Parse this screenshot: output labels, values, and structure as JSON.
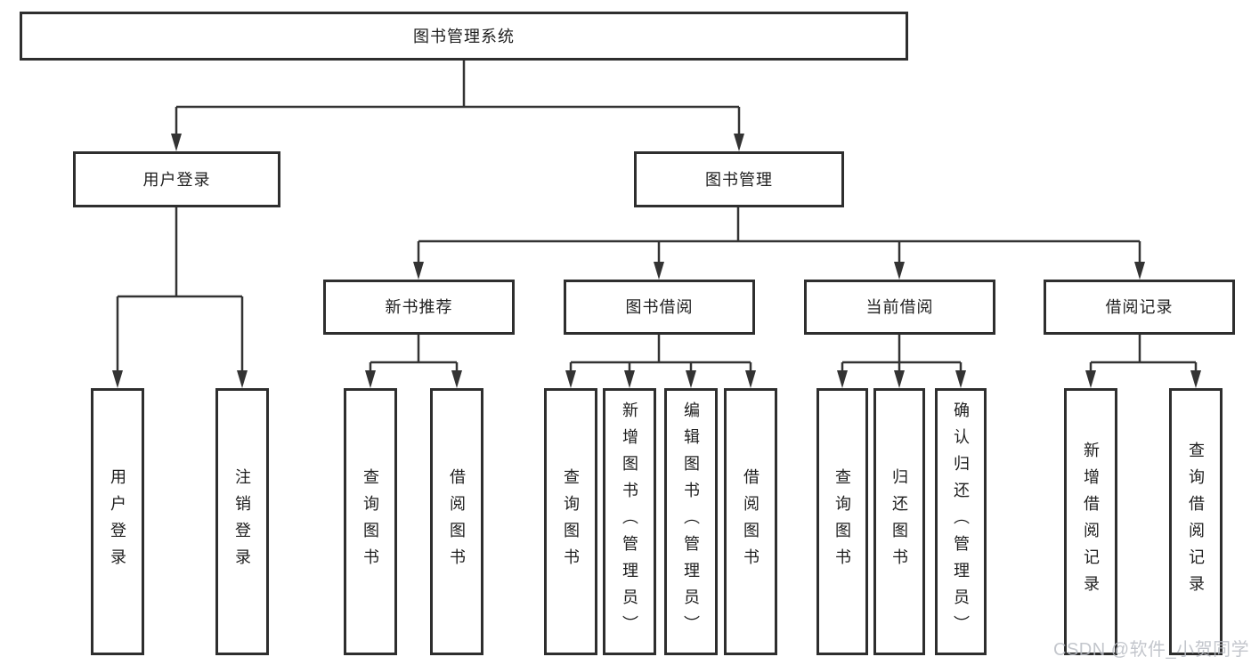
{
  "nodes": {
    "root": "图书管理系统",
    "user_login": "用户登录",
    "book_mgmt": "图书管理",
    "new_book_rec": "新书推荐",
    "book_borrow": "图书借阅",
    "current_borrow": "当前借阅",
    "borrow_record": "借阅记录",
    "leaf_user_login": "用户登录",
    "leaf_logout": "注销登录",
    "leaf_query_book_rec": "查询图书",
    "leaf_borrow_book_rec": "借阅图书",
    "leaf_query_book_borrow": "查询图书",
    "leaf_add_book_admin": "新增图书（管理员）",
    "leaf_edit_book_admin": "编辑图书（管理员）",
    "leaf_borrow_book_borrow": "借阅图书",
    "leaf_query_book_current": "查询图书",
    "leaf_return_book": "归还图书",
    "leaf_confirm_return_admin": "确认归还（管理员）",
    "leaf_add_borrow_record": "新增借阅记录",
    "leaf_query_borrow_record": "查询借阅记录"
  },
  "watermark": "CSDN @软件_小贺同学",
  "colors": {
    "line": "#333333",
    "box_border": "#2e2e2e",
    "text": "#1e1e1e",
    "background": "#ffffff",
    "watermark": "#b9bdc4"
  }
}
